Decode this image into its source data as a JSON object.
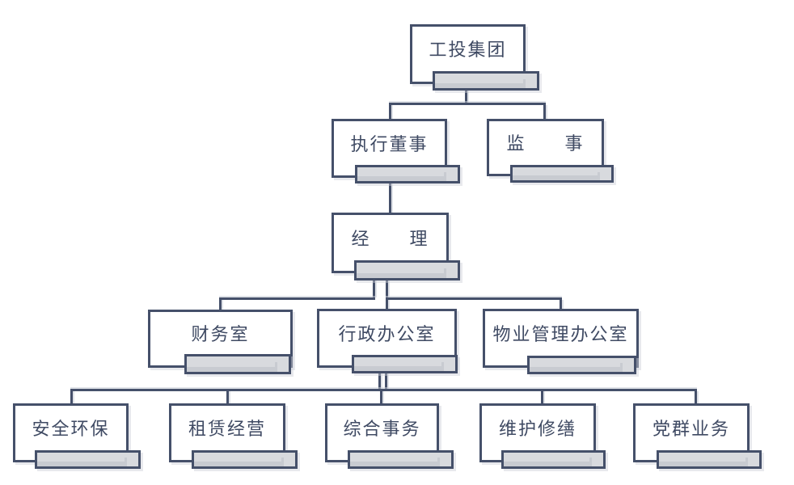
{
  "diagram": {
    "type": "org-chart",
    "nodes": {
      "root": {
        "label": "工投集团"
      },
      "executive_director": {
        "label": "执行董事"
      },
      "supervisor": {
        "label": "监　　事"
      },
      "manager": {
        "label": "经　　理"
      },
      "finance_office": {
        "label": "财务室"
      },
      "admin_office": {
        "label": "行政办公室"
      },
      "property_office": {
        "label": "物业管理办公室"
      },
      "safety_env": {
        "label": "安全环保"
      },
      "leasing": {
        "label": "租赁经营"
      },
      "general_affairs": {
        "label": "综合事务"
      },
      "maintenance": {
        "label": "维护修缮"
      },
      "party_mass": {
        "label": "党群业务"
      }
    },
    "edges": [
      [
        "root",
        "executive_director"
      ],
      [
        "root",
        "supervisor"
      ],
      [
        "executive_director",
        "manager"
      ],
      [
        "manager",
        "finance_office"
      ],
      [
        "manager",
        "admin_office"
      ],
      [
        "manager",
        "property_office"
      ],
      [
        "admin_office",
        "safety_env"
      ],
      [
        "admin_office",
        "leasing"
      ],
      [
        "admin_office",
        "general_affairs"
      ],
      [
        "admin_office",
        "maintenance"
      ],
      [
        "admin_office",
        "party_mass"
      ]
    ],
    "colors": {
      "line": "#45506a",
      "box_border": "#45506a",
      "text": "#3f4a63",
      "bar_fill": "#d8dade",
      "bar_inner_shade": "#c8cbd1",
      "background": "#ffffff"
    }
  }
}
